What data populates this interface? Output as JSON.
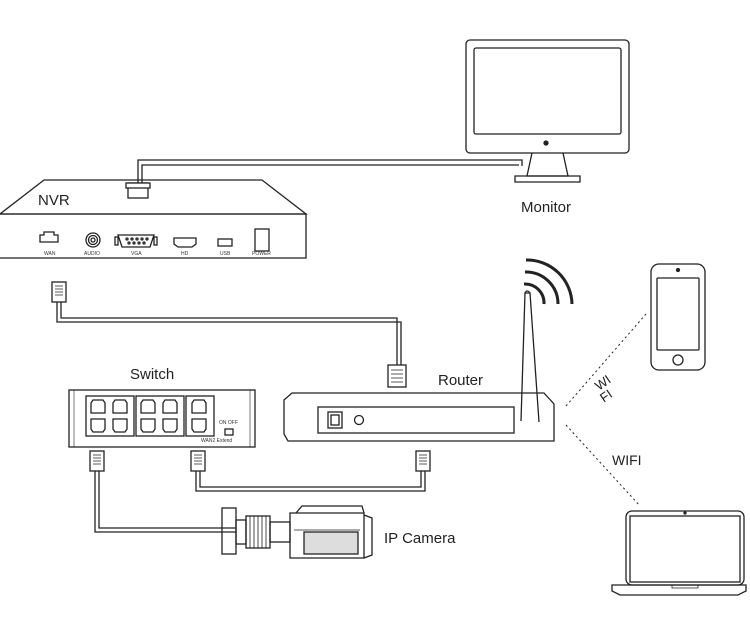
{
  "devices": {
    "nvr": {
      "label": "NVR",
      "ports": [
        "WAN",
        "AUDIO",
        "VGA",
        "HD",
        "USB",
        "POWER"
      ]
    },
    "monitor": {
      "label": "Monitor"
    },
    "switch": {
      "label": "Switch",
      "toggle_label": "ON OFF",
      "extend_label": "WAN2 Extend"
    },
    "router": {
      "label": "Router"
    },
    "camera": {
      "label": "IP Camera"
    }
  },
  "wireless": {
    "phone_link_label_1": "WI",
    "phone_link_label_2": "FI",
    "laptop_link_label": "WIFI"
  },
  "colors": {
    "stroke": "#222222",
    "fill": "#ffffff",
    "dark": "#333333"
  }
}
